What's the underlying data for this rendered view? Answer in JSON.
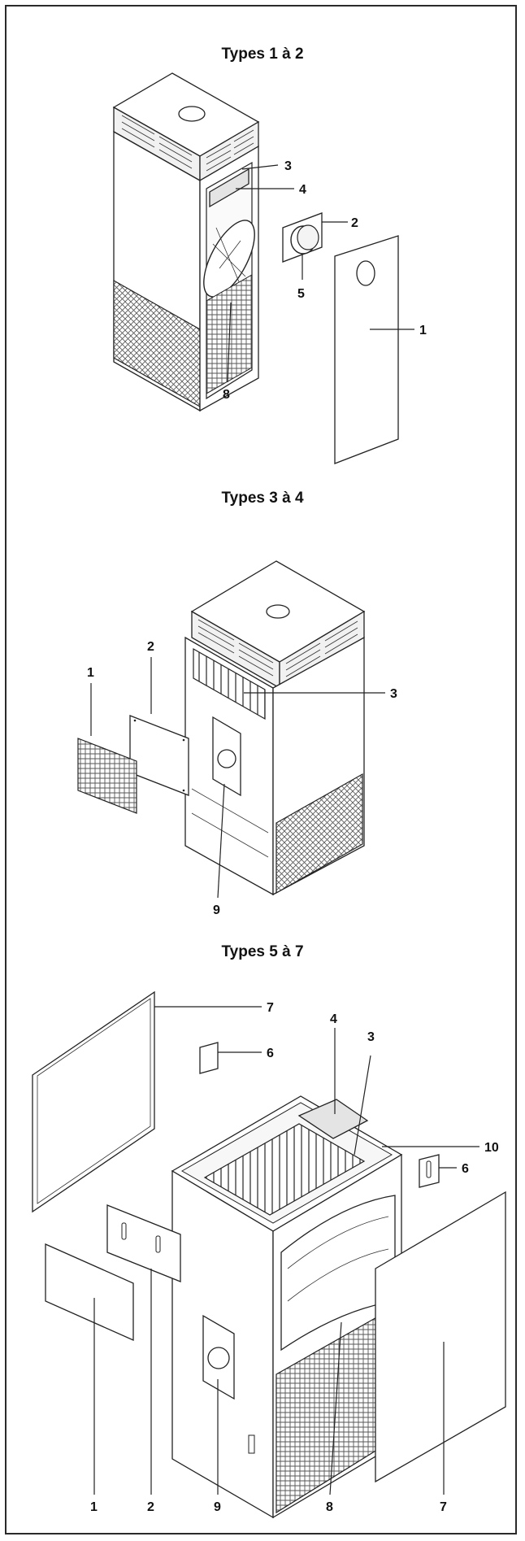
{
  "sections": [
    {
      "title": "Types 1 à 2",
      "labels": [
        "3",
        "4",
        "2",
        "5",
        "1",
        "8"
      ]
    },
    {
      "title": "Types 3 à 4",
      "labels": [
        "2",
        "1",
        "3",
        "9"
      ]
    },
    {
      "title": "Types 5 à 7",
      "labels": [
        "7",
        "6",
        "4",
        "3",
        "10",
        "6",
        "1",
        "2",
        "9",
        "8",
        "7"
      ]
    }
  ]
}
